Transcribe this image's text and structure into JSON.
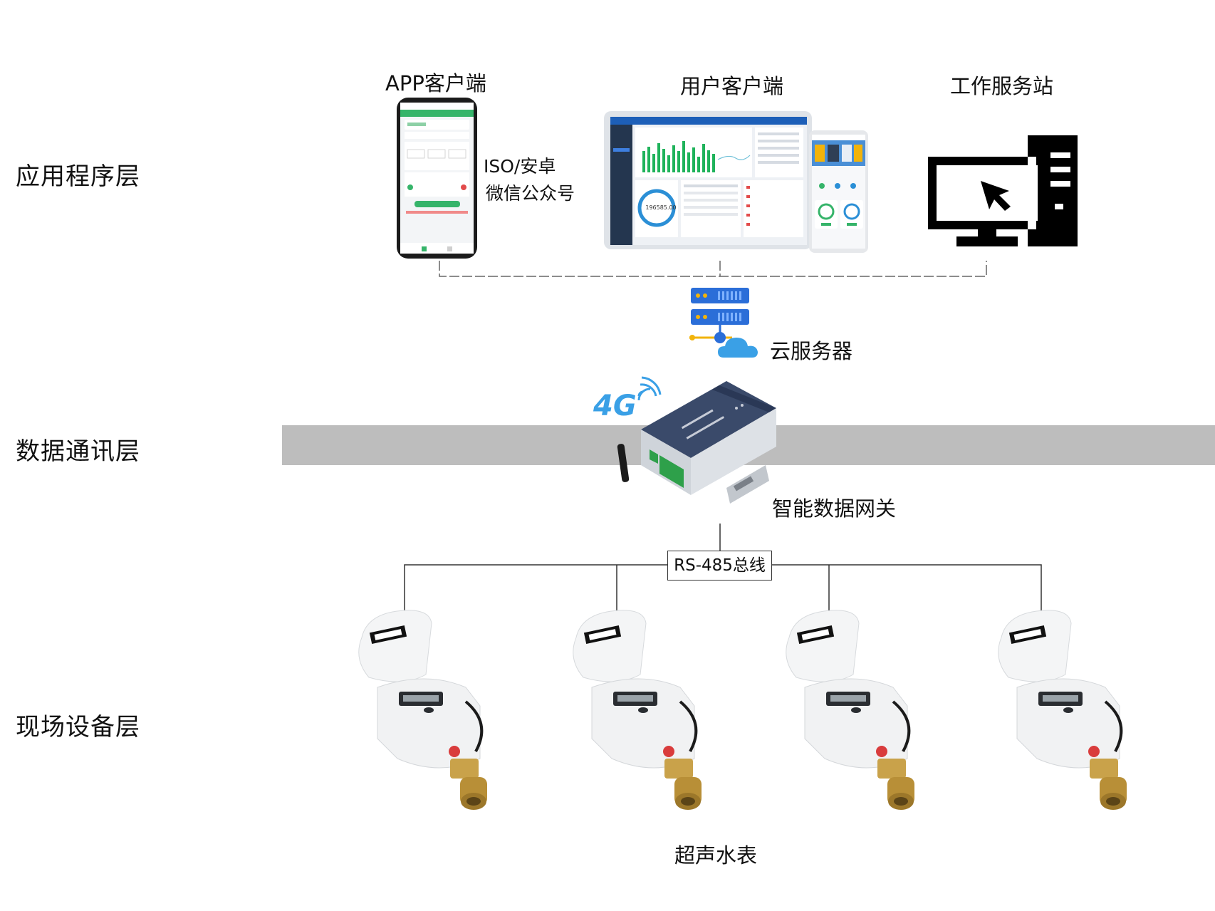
{
  "layers": {
    "application": "应用程序层",
    "communication": "数据通讯层",
    "field": "现场设备层"
  },
  "clients": {
    "app": "APP客户端",
    "app_note_1": "ISO/安卓",
    "app_note_2": "微信公众号",
    "user": "用户客户端",
    "workstation": "工作服务站"
  },
  "cloud_server": "云服务器",
  "gateway": "智能数据网关",
  "gateway_badge": "4G",
  "bus": "RS-485总线",
  "meters": "超声水表",
  "dashboard_value": "196585.00",
  "colors": {
    "band": "#bdbdbd",
    "server_blue": "#2b6ed8",
    "cloud_blue": "#3aa0e6",
    "accent_yellow": "#f2b30a",
    "chart_green": "#1fb35b",
    "gauge_blue": "#2b8fd6",
    "brass": "#c9a24a"
  }
}
